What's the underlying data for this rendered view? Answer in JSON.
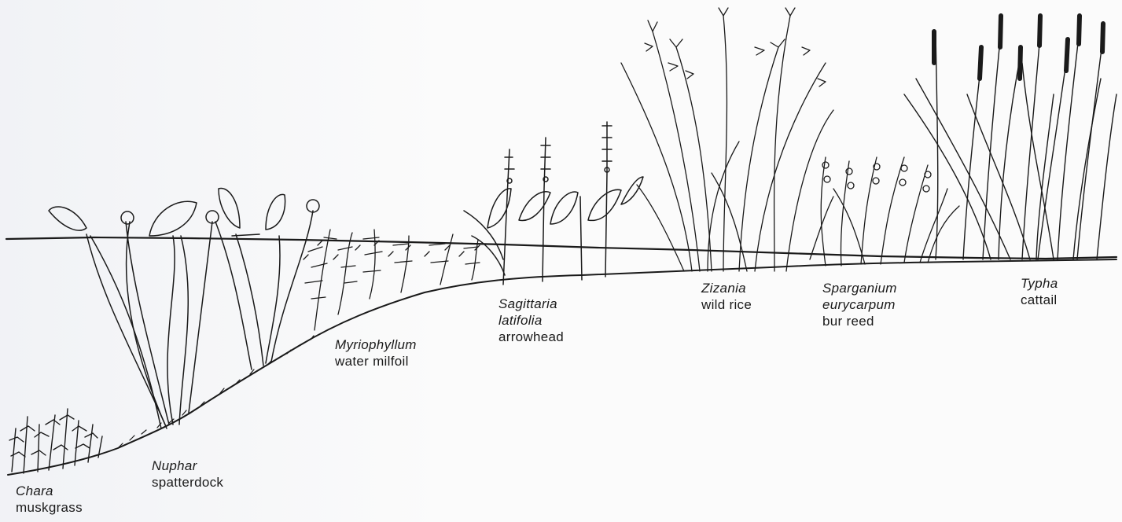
{
  "plants": [
    {
      "id": "chara",
      "scientific": [
        "Chara"
      ],
      "common": [
        "muskgrass"
      ]
    },
    {
      "id": "nuphar",
      "scientific": [
        "Nuphar"
      ],
      "common": [
        "spatterdock"
      ]
    },
    {
      "id": "myriophyllum",
      "scientific": [
        "Myriophyllum"
      ],
      "common": [
        "water milfoil"
      ]
    },
    {
      "id": "sagittaria",
      "scientific": [
        "Sagittaria",
        "latifolia"
      ],
      "common": [
        "arrowhead"
      ]
    },
    {
      "id": "zizania",
      "scientific": [
        "Zizania"
      ],
      "common": [
        "wild rice"
      ]
    },
    {
      "id": "sparganium",
      "scientific": [
        "Sparganium",
        "eurycarpum"
      ],
      "common": [
        "bur reed"
      ]
    },
    {
      "id": "typha",
      "scientific": [
        "Typha"
      ],
      "common": [
        "cattail"
      ]
    }
  ],
  "colors": {
    "ink": "#1a1a1a",
    "background": "#fbfbfb"
  }
}
